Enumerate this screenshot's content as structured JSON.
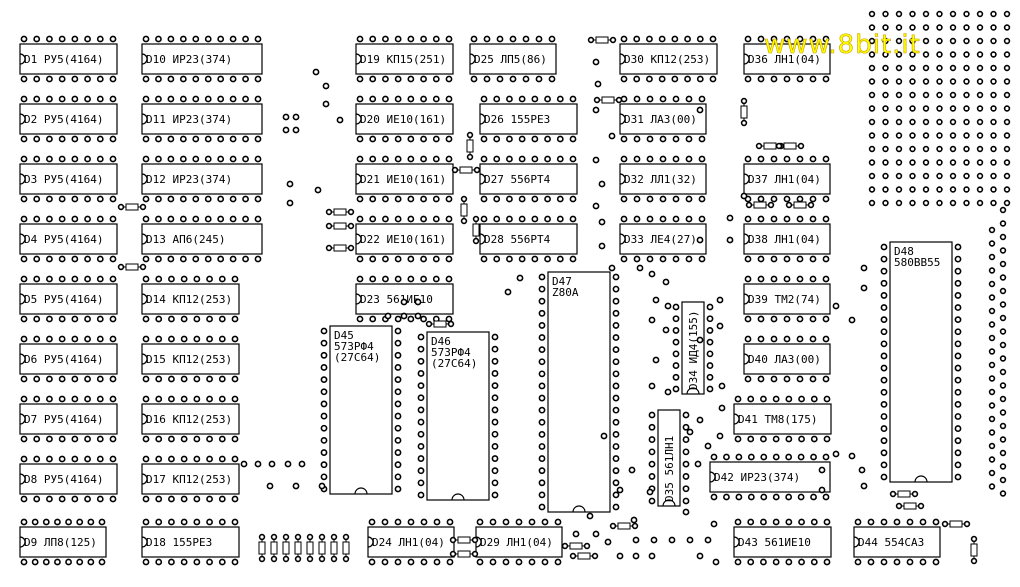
{
  "watermark": "www.8bit.it",
  "dips": [
    {
      "id": "d1",
      "lines": [
        "D1 РУ5(4164)"
      ]
    },
    {
      "id": "d2",
      "lines": [
        "D2 РУ5(4164)"
      ]
    },
    {
      "id": "d3",
      "lines": [
        "D3 РУ5(4164)"
      ]
    },
    {
      "id": "d4",
      "lines": [
        "D4 РУ5(4164)"
      ]
    },
    {
      "id": "d5",
      "lines": [
        "D5 РУ5(4164)"
      ]
    },
    {
      "id": "d6",
      "lines": [
        "D6 РУ5(4164)"
      ]
    },
    {
      "id": "d7",
      "lines": [
        "D7 РУ5(4164)"
      ]
    },
    {
      "id": "d8",
      "lines": [
        "D8 РУ5(4164)"
      ]
    },
    {
      "id": "d9",
      "lines": [
        "D9 ЛП8(125)"
      ]
    },
    {
      "id": "d10",
      "lines": [
        "D10    ИР23(374)"
      ]
    },
    {
      "id": "d11",
      "lines": [
        "D11    ИР23(374)"
      ]
    },
    {
      "id": "d12",
      "lines": [
        "D12    ИР23(374)"
      ]
    },
    {
      "id": "d13",
      "lines": [
        "D13        АП6(245)"
      ]
    },
    {
      "id": "d14",
      "lines": [
        "D14 КП12(253)"
      ]
    },
    {
      "id": "d15",
      "lines": [
        "D15 КП12(253)"
      ]
    },
    {
      "id": "d16",
      "lines": [
        "D16 КП12(253)"
      ]
    },
    {
      "id": "d17",
      "lines": [
        "D17 КП12(253)"
      ]
    },
    {
      "id": "d18",
      "lines": [
        "D18     155РЕ3"
      ]
    },
    {
      "id": "d19",
      "lines": [
        "D19 КП15(251)"
      ]
    },
    {
      "id": "d20",
      "lines": [
        "D20 ИЕ10(161)"
      ]
    },
    {
      "id": "d21",
      "lines": [
        "D21 ИЕ10(161)"
      ]
    },
    {
      "id": "d22",
      "lines": [
        "D22 ИЕ10(161)"
      ]
    },
    {
      "id": "d23",
      "lines": [
        "D23   561ИЕ10"
      ]
    },
    {
      "id": "d24",
      "lines": [
        "D24 ЛН1(04)"
      ]
    },
    {
      "id": "d25",
      "lines": [
        "D25 ЛП5(86)"
      ]
    },
    {
      "id": "d26",
      "lines": [
        "D26     155РЕ3"
      ]
    },
    {
      "id": "d27",
      "lines": [
        "D27     556РТ4"
      ]
    },
    {
      "id": "d28",
      "lines": [
        "D28     556РТ4"
      ]
    },
    {
      "id": "d29",
      "lines": [
        "D29 ЛН1(04)"
      ]
    },
    {
      "id": "d30",
      "lines": [
        "D30 КП12(253)"
      ]
    },
    {
      "id": "d31",
      "lines": [
        "D31 ЛА3(00)"
      ]
    },
    {
      "id": "d32",
      "lines": [
        "D32 ЛЛ1(32)"
      ]
    },
    {
      "id": "d33",
      "lines": [
        "D33 ЛЕ4(27)"
      ]
    },
    {
      "id": "d34",
      "lines": [
        "D34 ИД4(155)"
      ]
    },
    {
      "id": "d35",
      "lines": [
        "D35   561ЛН1"
      ]
    },
    {
      "id": "d36",
      "lines": [
        "D36 ЛН1(04)"
      ]
    },
    {
      "id": "d37",
      "lines": [
        "D37 ЛН1(04)"
      ]
    },
    {
      "id": "d38",
      "lines": [
        "D38 ЛН1(04)"
      ]
    },
    {
      "id": "d39",
      "lines": [
        "D39 ТМ2(74)"
      ]
    },
    {
      "id": "d40",
      "lines": [
        "D40 ЛА3(00)"
      ]
    },
    {
      "id": "d41",
      "lines": [
        "D41  ТМ8(175)"
      ]
    },
    {
      "id": "d42",
      "lines": [
        "D42     ИР23(374)"
      ]
    },
    {
      "id": "d43",
      "lines": [
        "D43   561ИЕ10"
      ]
    },
    {
      "id": "d44",
      "lines": [
        "D44 554СА3"
      ]
    },
    {
      "id": "d45",
      "lines": [
        "D45",
        "573РФ4",
        "(27C64)"
      ]
    },
    {
      "id": "d46",
      "lines": [
        "D46",
        "573РФ4",
        "(27C64)"
      ]
    },
    {
      "id": "d47",
      "lines": [
        "D47",
        "Z80A"
      ]
    },
    {
      "id": "d48",
      "lines": [
        "D48",
        "580ВВ55"
      ]
    }
  ]
}
